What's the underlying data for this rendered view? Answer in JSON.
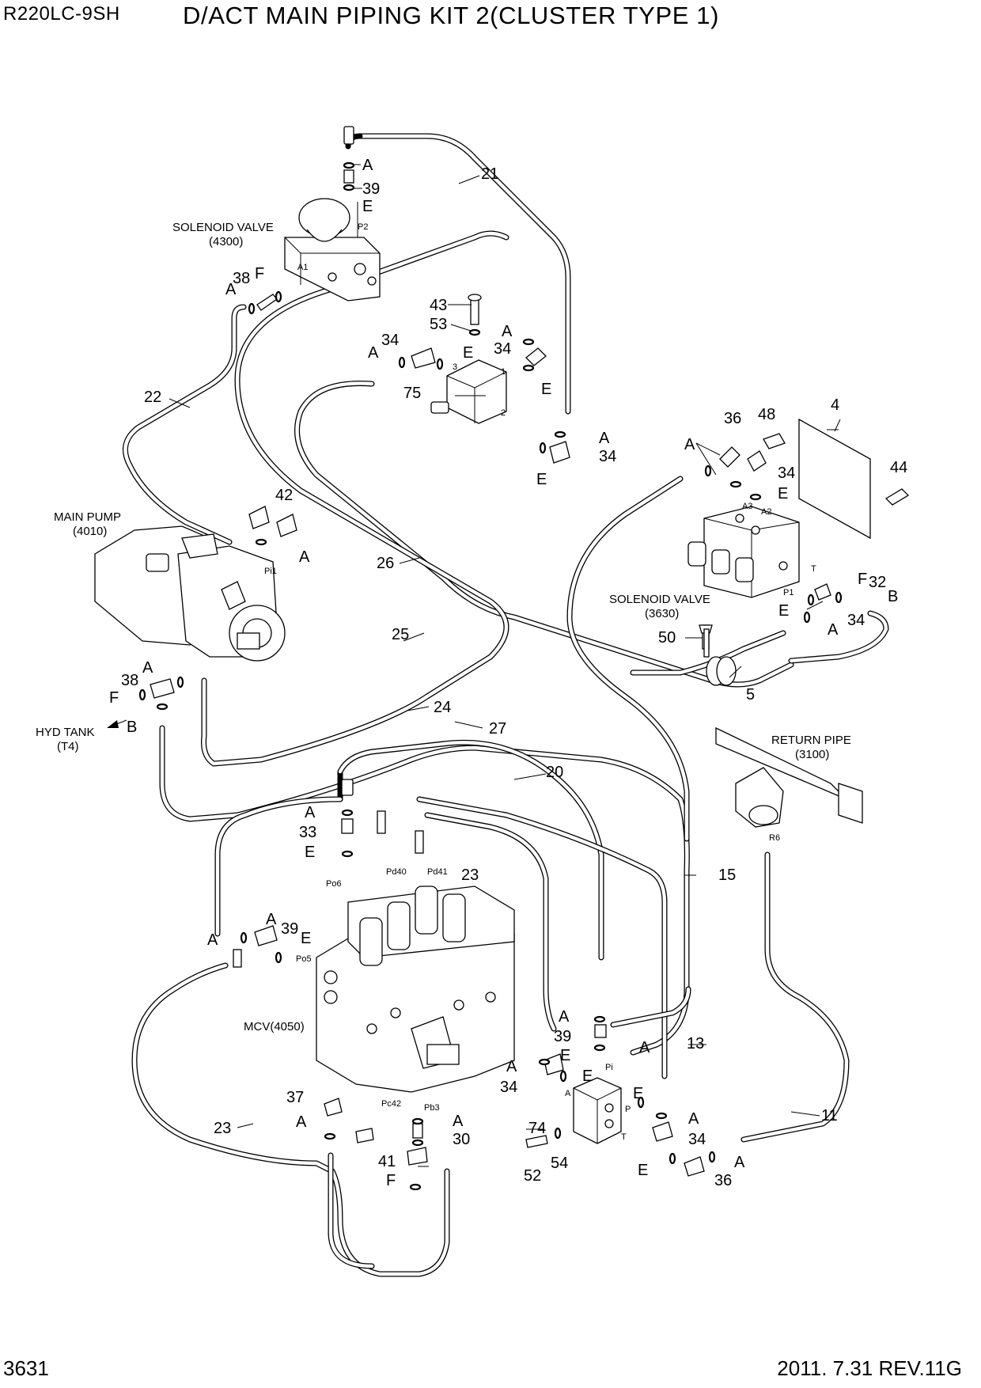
{
  "header": {
    "model": "R220LC-9SH",
    "title": "D/ACT MAIN PIPING KIT 2(CLUSTER TYPE 1)"
  },
  "footer": {
    "page": "3631",
    "revision": "2011. 7.31  REV.11G"
  },
  "components": {
    "solenoid_valve_top": {
      "name": "SOLENOID VALVE",
      "ref": "(4300)"
    },
    "main_pump": {
      "name": "MAIN PUMP",
      "ref": "(4010)"
    },
    "hyd_tank": {
      "name": "HYD TANK",
      "ref": "(T4)"
    },
    "solenoid_valve_right": {
      "name": "SOLENOID VALVE",
      "ref": "(3630)"
    },
    "return_pipe": {
      "name": "RETURN PIPE",
      "ref": "(3100)"
    },
    "mcv": {
      "name": "MCV(4050)"
    }
  },
  "port_labels": {
    "p2": "P2",
    "a1": "A1",
    "pi1": "Pi1",
    "a3": "A3",
    "a2": "A2",
    "t_right": "T",
    "p1": "P1",
    "r6": "R6",
    "po6": "Po6",
    "pd40": "Pd40",
    "pd41": "Pd41",
    "po5": "Po5",
    "pc42": "Pc42",
    "pb3": "Pb3",
    "pi": "Pi",
    "a_small": "A",
    "p_small": "P",
    "t_small": "T",
    "n1": "1",
    "n2": "2",
    "n3": "3"
  },
  "callouts": {
    "c21": "21",
    "a_top1": "A",
    "c39_top": "39",
    "e_top1": "E",
    "a_sv1": "A",
    "c38_sv1": "38",
    "f_sv1": "F",
    "c43": "43",
    "c53": "53",
    "a_75l": "A",
    "c34_75l": "34",
    "e_75l": "E",
    "a_75r": "A",
    "c34_75r": "34",
    "e_75r": "E",
    "c75": "75",
    "a_75b": "A",
    "c34_75b": "34",
    "e_75b": "E",
    "c22": "22",
    "c42": "42",
    "a_pump": "A",
    "c26": "26",
    "c25": "25",
    "a_tank": "A",
    "c38_tank": "38",
    "f_tank": "F",
    "b_tank": "B",
    "c24": "24",
    "c27": "27",
    "a_sv2": "A",
    "c36_sv2": "36",
    "c48": "48",
    "c4": "4",
    "c34_sv2": "34",
    "e_sv2": "E",
    "c44": "44",
    "f_sv2": "F",
    "c32": "32",
    "b_sv2": "B",
    "e_sv2b": "E",
    "c34_sv2b": "34",
    "a_sv2b": "A",
    "c50": "50",
    "c5": "5",
    "c20": "20",
    "c15": "15",
    "a_mcv1": "A",
    "c33": "33",
    "e_mcv1": "E",
    "c23_top": "23",
    "a_mcv2": "A",
    "c39_mcv": "39",
    "a_mcv3": "A",
    "e_mcv2": "E",
    "a_74a": "A",
    "c39_74": "39",
    "e_74a": "E",
    "a_74b": "A",
    "c13": "13",
    "a_74c": "A",
    "c34_74": "34",
    "e_74b": "E",
    "c74": "74",
    "e_74c": "E",
    "a_74d": "A",
    "c34_74b": "34",
    "c11": "11",
    "c52": "52",
    "c54": "54",
    "e_74d": "E",
    "c36_74": "36",
    "a_74e": "A",
    "c37": "37",
    "a_37": "A",
    "c23_bot": "23",
    "a_pb3": "A",
    "c30": "30",
    "c41": "41",
    "f_41": "F"
  }
}
